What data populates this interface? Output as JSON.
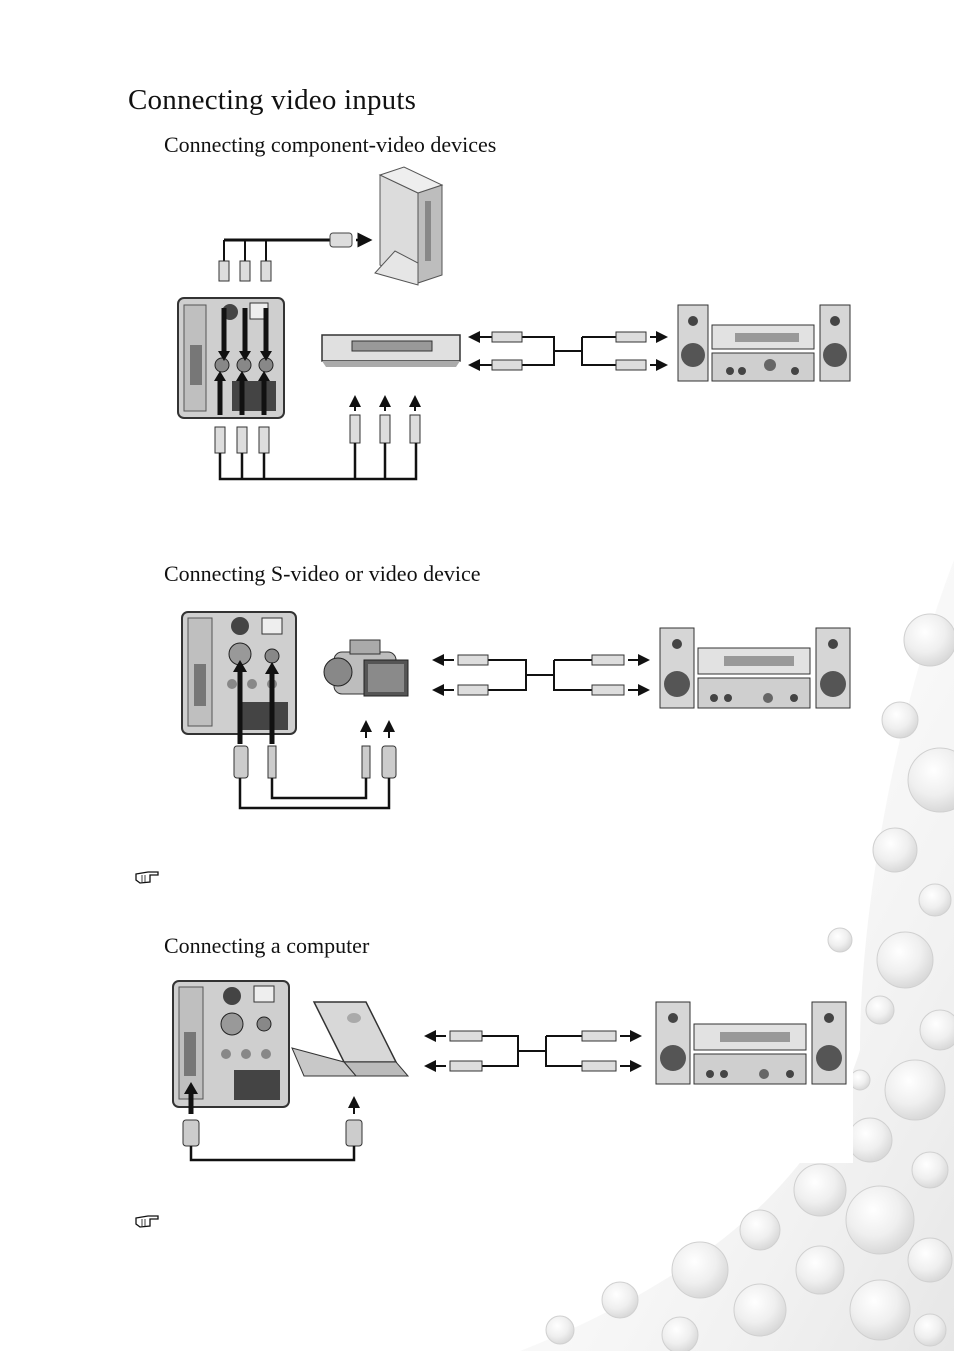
{
  "page": {
    "title": "Connecting video inputs"
  },
  "sections": [
    {
      "heading": "Connecting component-video devices"
    },
    {
      "heading": "Connecting S-video or video device"
    },
    {
      "heading": "Connecting a computer"
    }
  ],
  "icons": {
    "note": "pointing-hand-icon",
    "projector": "projector-panel-icon",
    "dvd_player": "dvd-player-icon",
    "set_top_box": "set-top-box-icon",
    "camcorder": "camcorder-icon",
    "laptop": "laptop-icon",
    "stereo": "stereo-system-icon"
  },
  "colors": {
    "ink": "#111111",
    "panel": "#c9c9c9",
    "panel_dark": "#3a3a3a",
    "bubble": "#e9e9e9"
  }
}
